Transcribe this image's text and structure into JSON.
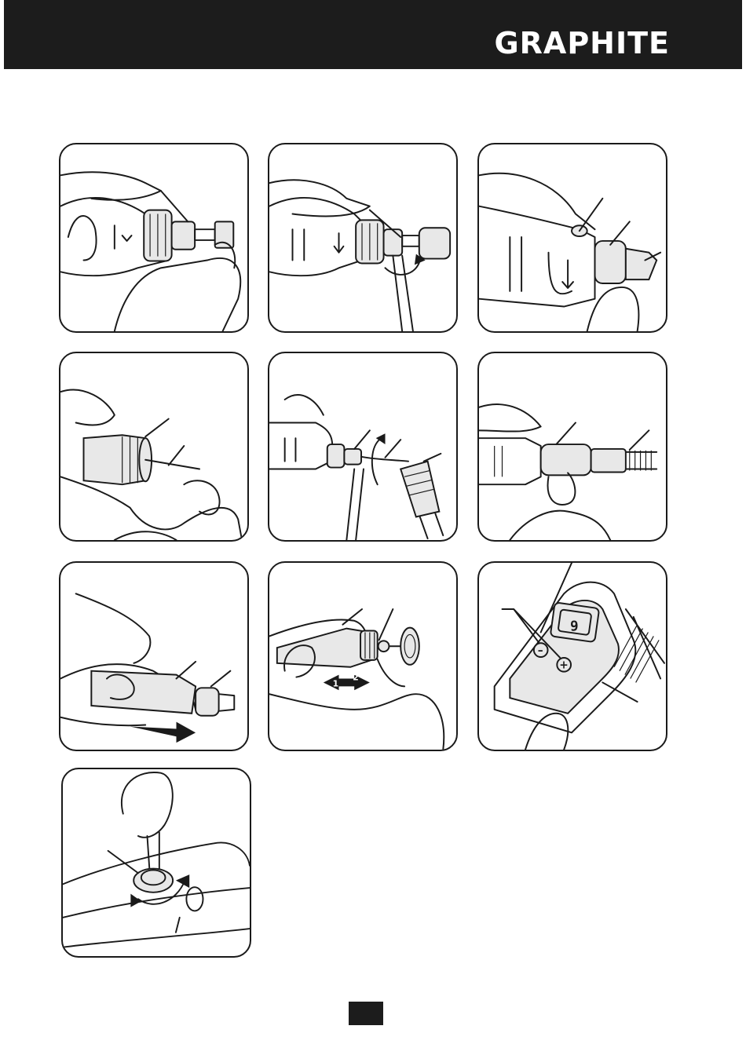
{
  "header": {
    "brand": "GRAPHITE"
  },
  "panels": [
    {
      "id": 1,
      "depicts": "loosening collet nut"
    },
    {
      "id": 2,
      "depicts": "wrench on collet nut"
    },
    {
      "id": 3,
      "depicts": "spindle lock button"
    },
    {
      "id": 4,
      "depicts": "inserting flexible shaft core"
    },
    {
      "id": 5,
      "depicts": "wrench on shaft coupling"
    },
    {
      "id": 6,
      "depicts": "connecting flexible shaft"
    },
    {
      "id": 7,
      "depicts": "sliding handpiece sleeve"
    },
    {
      "id": 8,
      "depicts": "cutting disc mounted"
    },
    {
      "id": 9,
      "depicts": "speed control panel"
    },
    {
      "id": 10,
      "depicts": "brush cap removal"
    }
  ],
  "callouts": {
    "arrow_1": "1",
    "arrow_2": "2",
    "minus": "–",
    "plus": "+",
    "display": "9"
  },
  "footer": {
    "page_number": ""
  },
  "colors": {
    "ink": "#1a1a1a",
    "header_bg": "#1c1c1c",
    "paper": "#ffffff"
  }
}
